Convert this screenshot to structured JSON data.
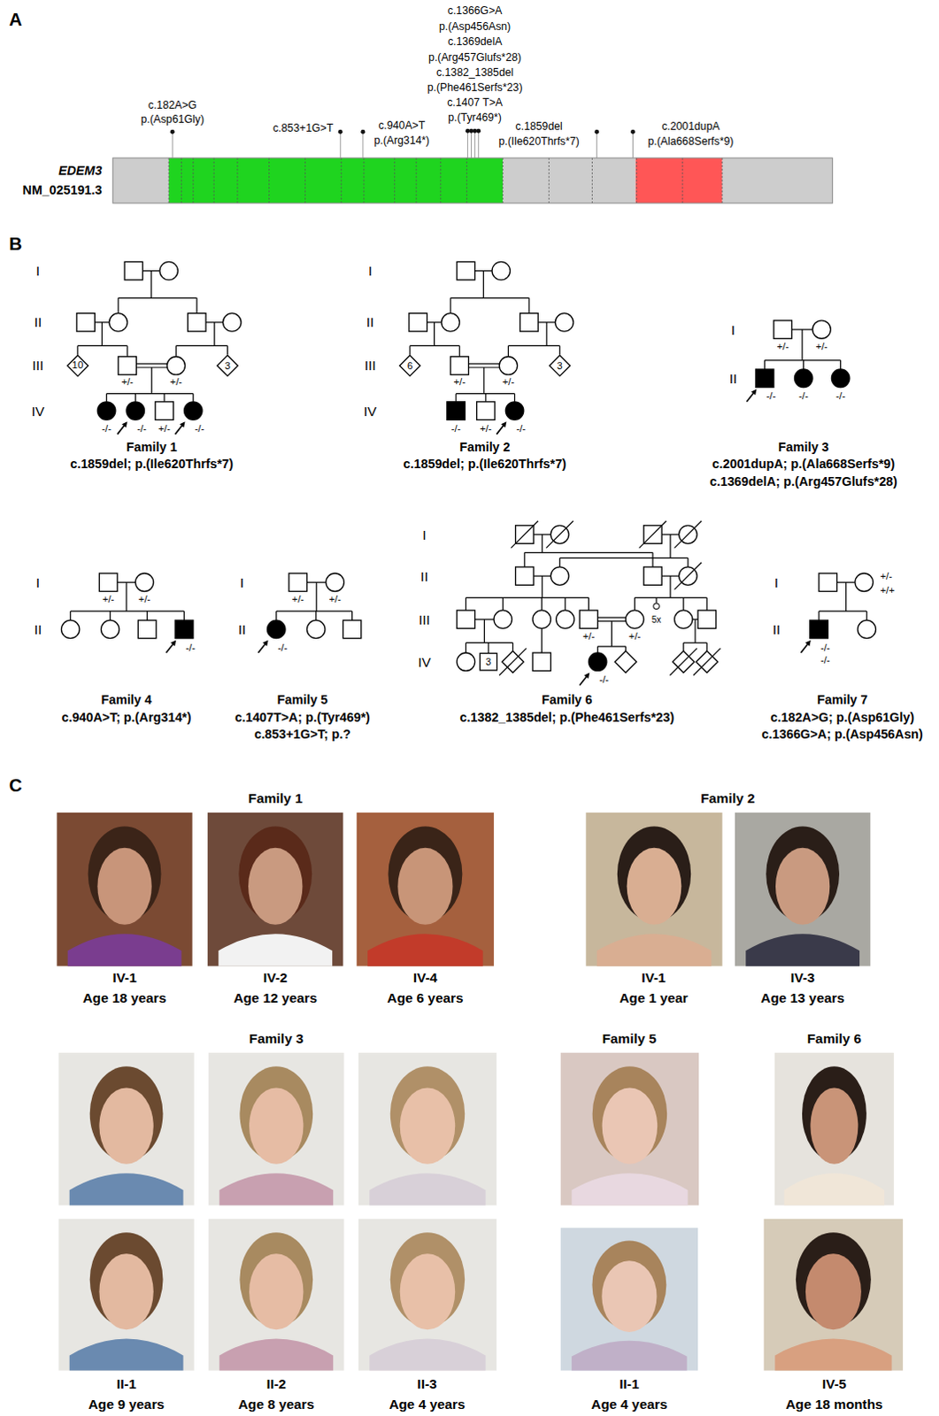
{
  "diagram": {
    "nodes": [
      {
        "text": [
          "10"
        ]
      },
      {
        "text": [
          "3"
        ]
      },
      {
        "text": [
          "6"
        ]
      },
      {
        "text": [
          "3"
        ]
      },
      {
        "text": [
          "5x"
        ]
      },
      {
        "text": [
          "3"
        ]
      }
    ],
    "labels": [
      "A",
      "c.182A>G",
      "p.(Asp61Gly)",
      "c.853+1G>T",
      "c.940A>T",
      "p.(Arg314*)",
      "c.1366G>A",
      "p.(Asp456Asn)",
      "c.1369delA",
      "p.(Arg457Glufs*28)",
      "c.1382_1385del",
      "p.(Phe461Serfs*23)",
      "c.1407 T>A",
      "p.(Tyr469*)",
      "c.1859del",
      "p.(Ile620Thrfs*7)",
      "c.2001dupA",
      "p.(Ala668Serfs*9)",
      "EDEM3",
      "NM_025191.3",
      "B",
      "I",
      "II",
      "III",
      "IV",
      "+/-",
      "+/-",
      "-/-",
      "-/-",
      "+/-",
      "-/-",
      "Family 1",
      "c.1859del; p.(Ile620Thrfs*7)",
      "I",
      "II",
      "III",
      "IV",
      "+/-",
      "+/-",
      "-/-",
      "+/-",
      "-/-",
      "Family 2",
      "c.1859del; p.(Ile620Thrfs*7)",
      "I",
      "II",
      "+/-",
      "+/-",
      "-/-",
      "-/-",
      "-/-",
      "Family 3",
      "c.2001dupA; p.(Ala668Serfs*9)",
      "c.1369delA; p.(Arg457Glufs*28)",
      "I",
      "II",
      "+/-",
      "+/-",
      "-/-",
      "Family 4",
      "c.940A>T; p.(Arg314*)",
      "I",
      "II",
      "+/-",
      "+/-",
      "-/-",
      "Family 5",
      "c.1407T>A; p.(Tyr469*)",
      "c.853+1G>T; p.?",
      "I",
      "II",
      "III",
      "IV",
      "+/-",
      "+/-",
      "-/-",
      "Family 6",
      "c.1382_1385del; p.(Phe461Serfs*23)",
      "I",
      "II",
      "+/-",
      "+/+",
      "-/-",
      "-/-",
      "Family 7",
      "c.182A>G; p.(Asp61Gly)",
      "c.1366G>A; p.(Asp456Asn)",
      "C",
      "Family 1",
      "IV-1",
      "Age 18 years",
      "IV-2",
      "Age 12 years",
      "IV-4",
      "Age 6 years",
      "Family 2",
      "IV-1",
      "Age 1 year",
      "IV-3",
      "Age 13 years",
      "Family 3",
      "II-1",
      "Age 9 years",
      "II-2",
      "Age 8 years",
      "II-3",
      "Age 4 years",
      "Family 5",
      "II-1",
      "Age 4 years",
      "Family 6",
      "IV-5",
      "Age 18 months"
    ]
  }
}
